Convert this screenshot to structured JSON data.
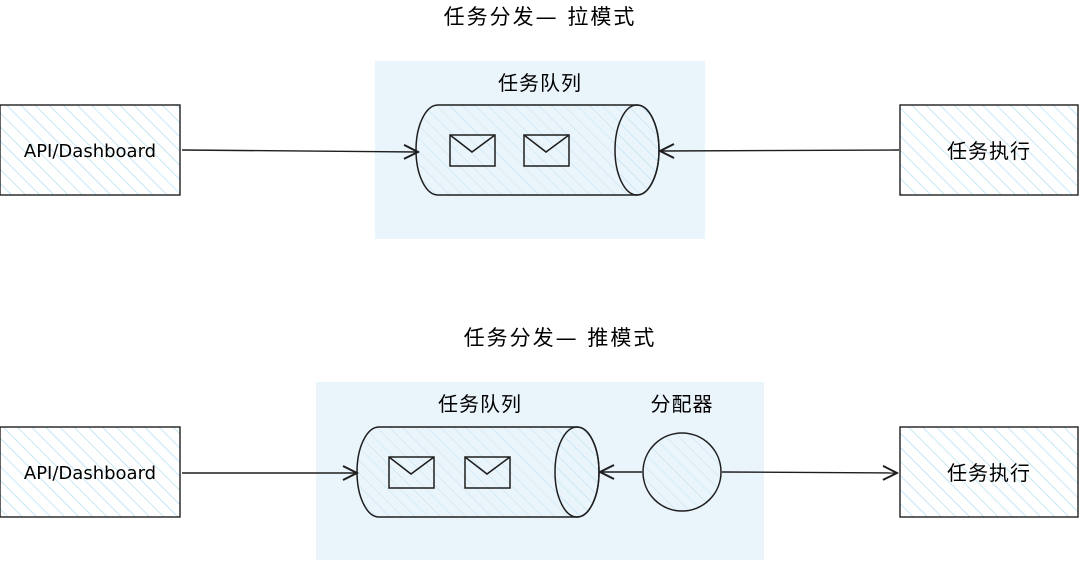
{
  "colors": {
    "ink": "#1e1e1e",
    "panel_fill": "#eaf4fb",
    "hatch": "#a5d8ee"
  },
  "pull_mode": {
    "title": "任务分发— 拉模式",
    "queue_label": "任务队列",
    "source_box": "API/Dashboard",
    "executor_box": "任务执行",
    "queue_messages": [
      "envelope-icon",
      "envelope-icon"
    ]
  },
  "push_mode": {
    "title": "任务分发— 推模式",
    "queue_label": "任务队列",
    "dispatcher_label": "分配器",
    "source_box": "API/Dashboard",
    "executor_box": "任务执行",
    "queue_messages": [
      "envelope-icon",
      "envelope-icon"
    ]
  }
}
